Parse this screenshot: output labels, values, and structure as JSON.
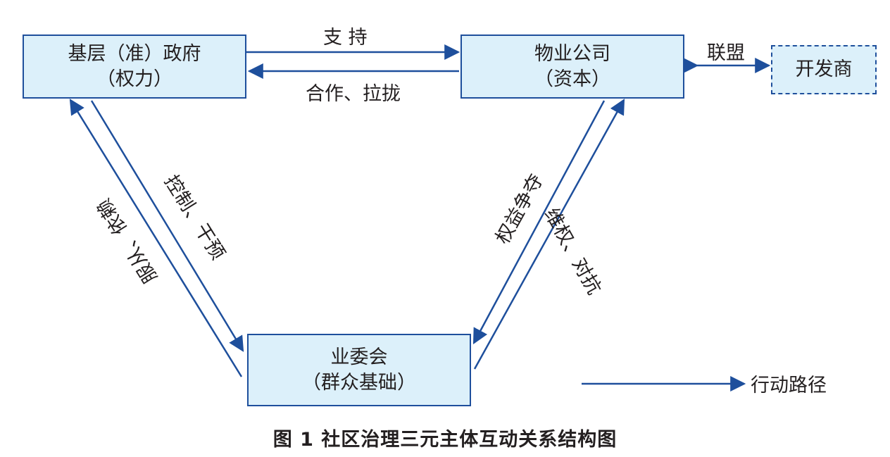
{
  "nodes": {
    "government": {
      "title": "基层（准）政府",
      "sub": "（权力）"
    },
    "property": {
      "title": "物业公司",
      "sub": "（资本）"
    },
    "committee": {
      "title": "业委会",
      "sub": "（群众基础）"
    },
    "developer": {
      "title": "开发商"
    }
  },
  "edges": {
    "support": "支 持",
    "cooperation": "合作、拉拢",
    "alliance": "联盟",
    "control": "控制、干预",
    "obey": "服从、依赖",
    "rights_struggle": "权益争夺",
    "defend": "维权、对抗"
  },
  "legend": {
    "path": "行动路径"
  },
  "caption": "图 1  社区治理三元主体互动关系结构图",
  "colors": {
    "accent": "#1e4f9c",
    "node_fill": "#dcf0fa"
  }
}
